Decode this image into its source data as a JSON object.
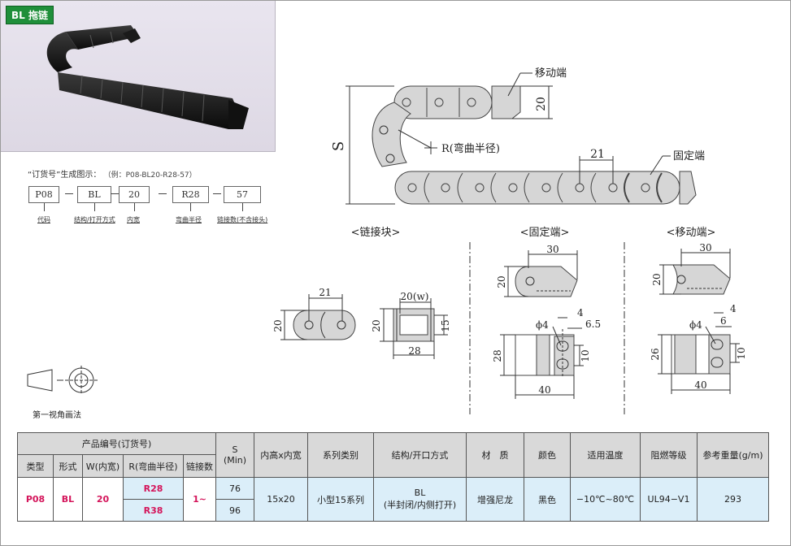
{
  "badge": "BL 拖链",
  "order": {
    "title": "“订货号”生成图示：",
    "example": "（例：P08-BL20-R28-57）",
    "codes": [
      "P08",
      "BL",
      "20",
      "R28",
      "57"
    ],
    "labels": [
      "代码",
      "结构/打开方式",
      "内宽",
      "弯曲半径",
      "链接数(不含接头)"
    ]
  },
  "main_drawing": {
    "label_moving": "移动端",
    "label_fixed": "固定端",
    "label_radius": "R(弯曲半径)",
    "dim_S": "S",
    "dim_20": "20",
    "dim_21": "21"
  },
  "section_titles": {
    "link": "<链接块>",
    "fixed": "<固定端>",
    "moving": "<移动端>"
  },
  "link_dims": {
    "a_width": "21",
    "a_height": "20",
    "b_top": "20(w)",
    "b_height": "20",
    "b_inner": "15",
    "b_width": "28"
  },
  "fixed_dims": {
    "top_width": "30",
    "top_height": "20",
    "phi": "ϕ4",
    "d4": "4",
    "d65": "6.5",
    "h28": "28",
    "h10": "10",
    "w40": "40"
  },
  "moving_dims": {
    "top_width": "30",
    "top_height": "20",
    "phi": "ϕ4",
    "d4": "4",
    "d6": "6",
    "h26": "26",
    "h10": "10",
    "w40": "40"
  },
  "projection": "第一视角画法",
  "table": {
    "head_group": "产品编号(订货号)",
    "h_type": "类型",
    "h_form": "形式",
    "h_w": "W(内宽)",
    "h_r": "R(弯曲半径)",
    "h_links": "链接数",
    "h_s": "S",
    "h_s_sub": "(Min)",
    "h_inner": "内高x内宽",
    "h_series": "系列类别",
    "h_struct": "结构/开口方式",
    "h_material": "材　质",
    "h_color": "颜色",
    "h_temp": "适用温度",
    "h_flame": "阻燃等级",
    "h_weight": "参考重量(g/m)",
    "row": {
      "type": "P08",
      "form": "BL",
      "w": "20",
      "r1": "R28",
      "r2": "R38",
      "links": "1~",
      "s1": "76",
      "s2": "96",
      "inner": "15x20",
      "series": "小型15系列",
      "struct1": "BL",
      "struct2": "(半封闭/内侧打开)",
      "material": "增强尼龙",
      "color": "黑色",
      "temp": "−10℃~80℃",
      "flame": "UL94−V1",
      "weight": "293"
    }
  }
}
